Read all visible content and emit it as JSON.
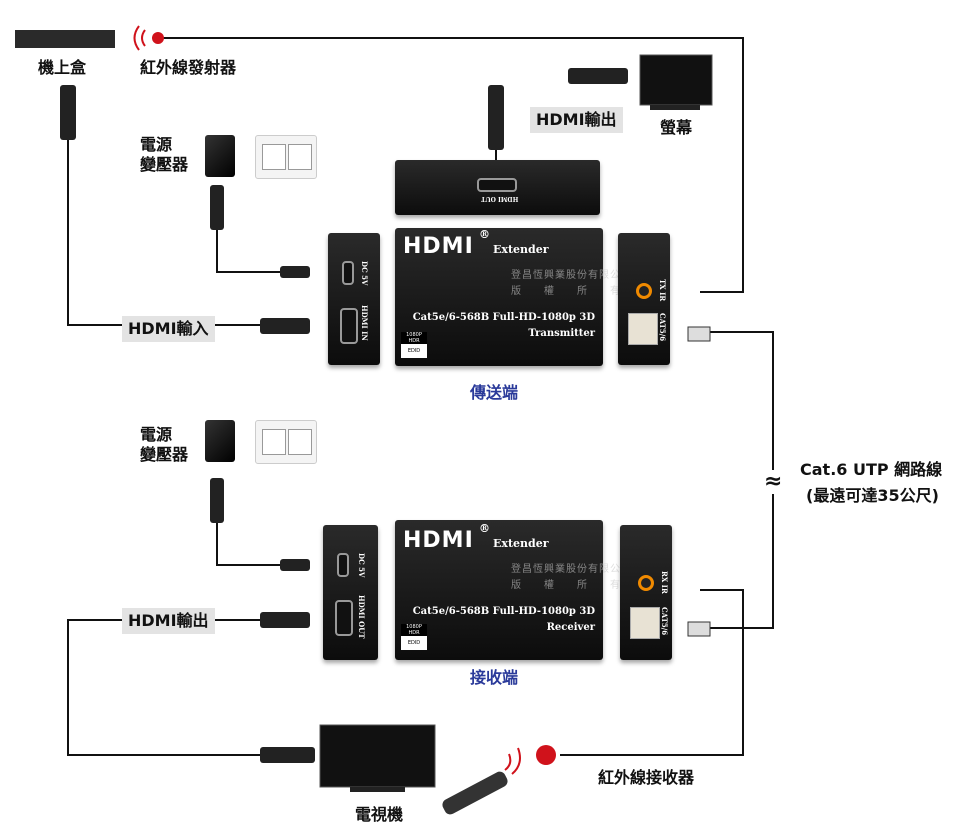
{
  "labels": {
    "set_top_box": "機上盒",
    "ir_emitter": "紅外線發射器",
    "hdmi_output_top": "HDMI輸出",
    "monitor": "螢幕",
    "power_adapter_top": "電源\n變壓器",
    "hdmi_input": "HDMI輸入",
    "transmitter_side": "傳送端",
    "power_adapter_bottom": "電源\n變壓器",
    "cable": "Cat.6 UTP 網路線",
    "cable_range": "(最遠可達35公尺)",
    "approx": "≈",
    "hdmi_output_bottom": "HDMI輸出",
    "receiver_side": "接收端",
    "tv": "電視機",
    "ir_receiver": "紅外線接收器"
  },
  "transmitter": {
    "logo": "HDMI",
    "registered": "®",
    "product": "Extender",
    "spec": "Cat5e/6-568B Full-HD-1080p 3D",
    "model": "Transmitter",
    "badge_top": "1080P HDR",
    "badge_bottom": "EDID",
    "port_dc": "DC 5V",
    "port_hdmi": "HDMI IN",
    "port_ir": "TX IR",
    "port_cat": "CAT5/6",
    "top_port": "HDMI OUT"
  },
  "receiver": {
    "logo": "HDMI",
    "registered": "®",
    "product": "Extender",
    "spec": "Cat5e/6-568B Full-HD-1080p 3D",
    "model": "Receiver",
    "badge_top": "1080P HDR",
    "badge_bottom": "EDID",
    "port_dc": "DC 5V",
    "port_hdmi": "HDMI OUT",
    "port_ir": "RX IR",
    "port_cat": "CAT5/6"
  },
  "watermark": {
    "line1": "登昌恆興業股份有限公司",
    "line2": "版　　權　　所　　有"
  },
  "colors": {
    "ir_red": "#d0121b",
    "label_blue": "#2a3a9a",
    "label_bg": "#e3e3e3",
    "jack_orange": "#f08a00"
  }
}
